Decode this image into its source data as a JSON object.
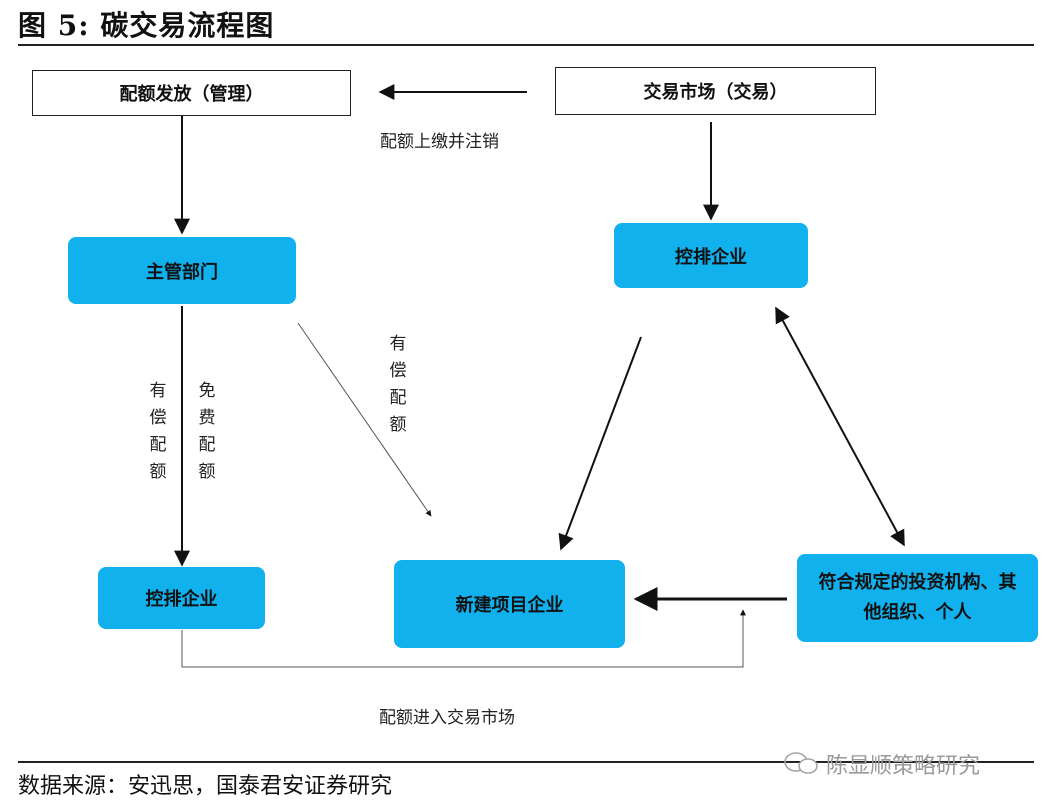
{
  "title": "图 5:  碳交易流程图",
  "source": "数据来源：安迅思，国泰君安证券研究",
  "watermark": "陈显顺策略研究",
  "nodes": {
    "quota_issuance": "配额发放（管理）",
    "trading_market": "交易市场（交易）",
    "authority": "主管部门",
    "emitter_right": "控排企业",
    "emitter_left": "控排企业",
    "new_project": "新建项目企业",
    "investors": "符合规定的投资机构、其他组织、个人"
  },
  "edges": {
    "surrender": "配额上缴并注销",
    "paid_vertical": "有偿配额",
    "free_vertical": "免费配额",
    "paid_diagonal": "有偿配额",
    "enter_market": "配额进入交易市场"
  },
  "colors": {
    "node_fill": "#11b1ee",
    "line": "#111111"
  }
}
